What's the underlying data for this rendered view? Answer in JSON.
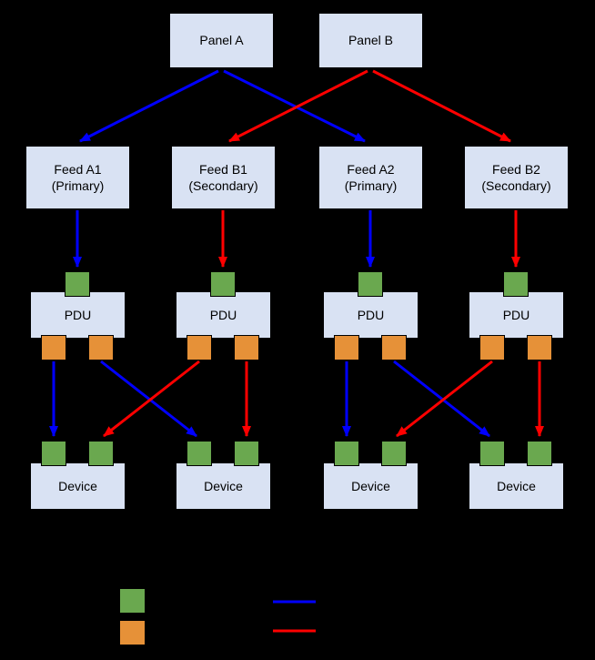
{
  "panels": [
    {
      "label": "Panel A"
    },
    {
      "label": "Panel B"
    }
  ],
  "feeds": [
    {
      "name": "Feed A1",
      "role": "(Primary)"
    },
    {
      "name": "Feed B1",
      "role": "(Secondary)"
    },
    {
      "name": "Feed A2",
      "role": "(Primary)"
    },
    {
      "name": "Feed B2",
      "role": "(Secondary)"
    }
  ],
  "pdus": [
    {
      "label": "PDU"
    },
    {
      "label": "PDU"
    },
    {
      "label": "PDU"
    },
    {
      "label": "PDU"
    }
  ],
  "devices": [
    {
      "label": "Device"
    },
    {
      "label": "Device"
    },
    {
      "label": "Device"
    },
    {
      "label": "Device"
    }
  ],
  "colors": {
    "background": "#000000",
    "box_fill": "#d9e2f3",
    "box_border": "#000000",
    "power_input_green": "#6aa84f",
    "power_output_orange": "#e69138",
    "primary_path_blue": "#0000ff",
    "secondary_path_red": "#ff0000"
  },
  "legend": {
    "swatches": [
      {
        "name": "power-input-square",
        "color": "#6aa84f"
      },
      {
        "name": "power-output-square",
        "color": "#e69138"
      }
    ],
    "lines": [
      {
        "name": "primary-path-line",
        "color": "#0000ff"
      },
      {
        "name": "secondary-path-line",
        "color": "#ff0000"
      }
    ]
  },
  "connections": [
    {
      "from": "Panel A",
      "to": "Feed A1 (Primary)",
      "path": "primary"
    },
    {
      "from": "Panel A",
      "to": "Feed A2 (Primary)",
      "path": "primary"
    },
    {
      "from": "Panel B",
      "to": "Feed B1 (Secondary)",
      "path": "secondary"
    },
    {
      "from": "Panel B",
      "to": "Feed B2 (Secondary)",
      "path": "secondary"
    },
    {
      "from": "Feed A1 (Primary)",
      "to": "PDU 1 input",
      "path": "primary"
    },
    {
      "from": "Feed B1 (Secondary)",
      "to": "PDU 2 input",
      "path": "secondary"
    },
    {
      "from": "Feed A2 (Primary)",
      "to": "PDU 3 input",
      "path": "primary"
    },
    {
      "from": "Feed B2 (Secondary)",
      "to": "PDU 4 input",
      "path": "secondary"
    },
    {
      "from": "PDU 1 output 1",
      "to": "Device 1 input 1",
      "path": "primary"
    },
    {
      "from": "PDU 1 output 2",
      "to": "Device 2 input 1",
      "path": "primary"
    },
    {
      "from": "PDU 2 output 1",
      "to": "Device 1 input 2",
      "path": "secondary"
    },
    {
      "from": "PDU 2 output 2",
      "to": "Device 2 input 2",
      "path": "secondary"
    },
    {
      "from": "PDU 3 output 1",
      "to": "Device 3 input 1",
      "path": "primary"
    },
    {
      "from": "PDU 3 output 2",
      "to": "Device 4 input 1",
      "path": "primary"
    },
    {
      "from": "PDU 4 output 1",
      "to": "Device 3 input 2",
      "path": "secondary"
    },
    {
      "from": "PDU 4 output 2",
      "to": "Device 4 input 2",
      "path": "secondary"
    }
  ]
}
